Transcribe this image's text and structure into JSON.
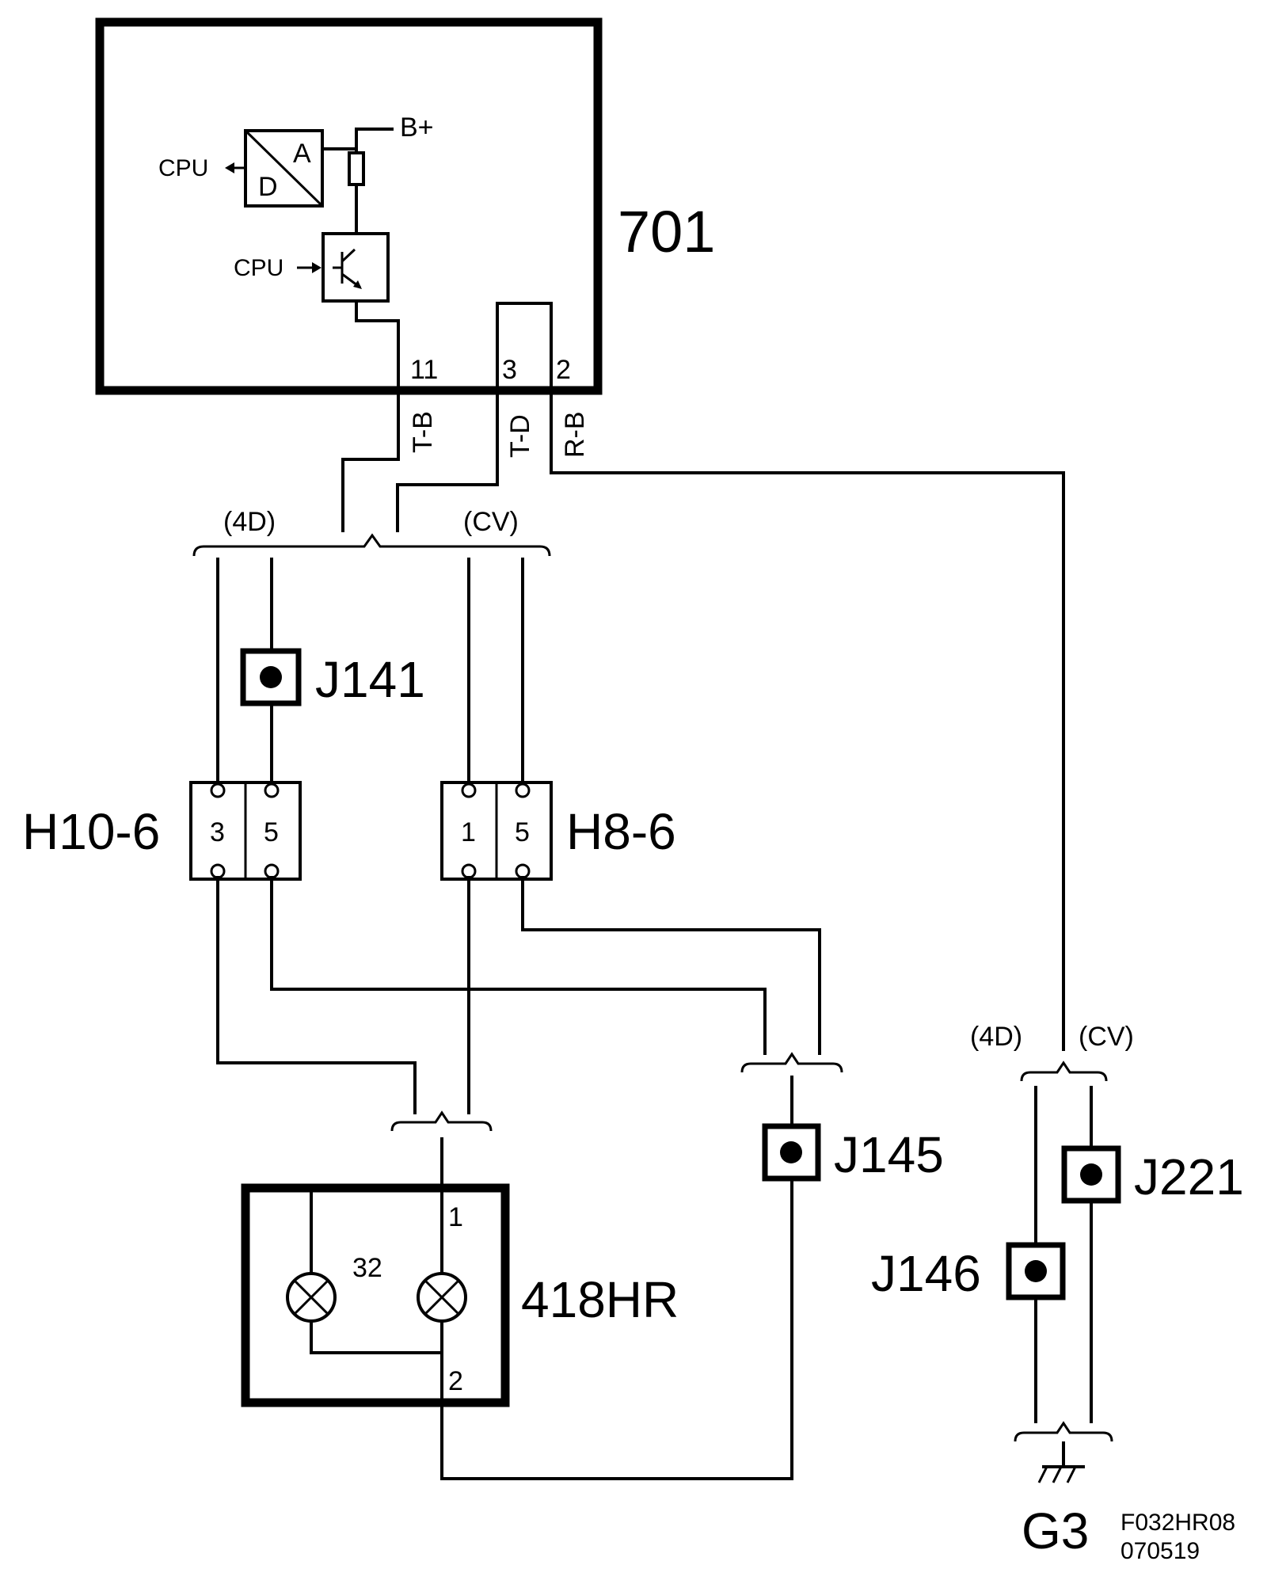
{
  "module": {
    "id": "701",
    "supply": "B+",
    "cpu_out": "CPU",
    "cpu_in": "CPU",
    "adc_a": "A",
    "adc_d": "D",
    "pins": [
      {
        "pin": "11",
        "wire": "T-B"
      },
      {
        "pin": "3",
        "wire": "T-D"
      },
      {
        "pin": "2",
        "wire": "R-B"
      }
    ]
  },
  "variants": {
    "left_top": "(4D)",
    "right_top": "(CV)",
    "left_ground": "(4D)",
    "right_ground": "(CV)"
  },
  "connectors": [
    {
      "id": "H10-6",
      "pins": [
        "3",
        "5"
      ]
    },
    {
      "id": "H8-6",
      "pins": [
        "1",
        "5"
      ]
    }
  ],
  "junctions": [
    "J141",
    "J145",
    "J221",
    "J146"
  ],
  "lamp_assembly": {
    "id": "418HR",
    "bulb_label": "32",
    "pin_top": "1",
    "pin_bottom": "2"
  },
  "ground": "G3",
  "figure_ref": "F032HR08",
  "figure_date": "070519"
}
